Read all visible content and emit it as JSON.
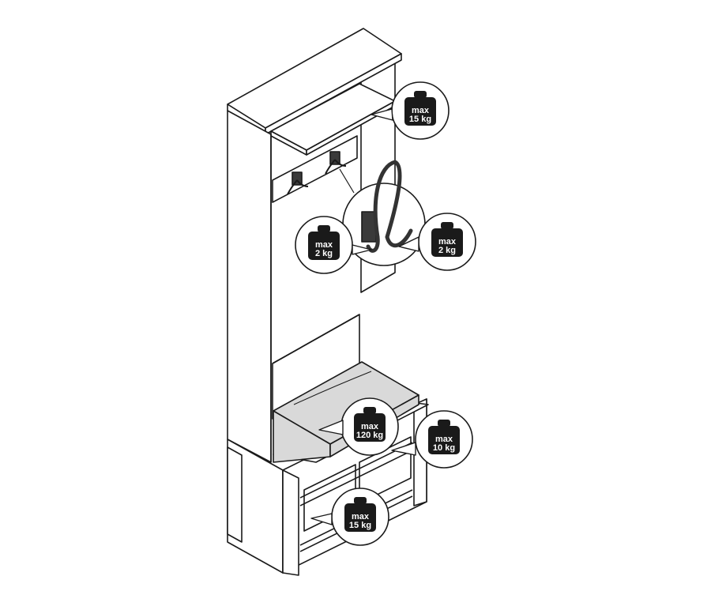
{
  "callouts": [
    {
      "id": "top-shelf",
      "line1": "max",
      "line2": "15 kg"
    },
    {
      "id": "hook-left",
      "line1": "max",
      "line2": "2 kg"
    },
    {
      "id": "hook-right",
      "line1": "max",
      "line2": "2 kg"
    },
    {
      "id": "seat",
      "line1": "max",
      "line2": "120 kg"
    },
    {
      "id": "bench-drawer",
      "line1": "max",
      "line2": "10 kg"
    },
    {
      "id": "lower-shelf",
      "line1": "max",
      "line2": "15 kg"
    }
  ],
  "icons": {
    "weight": "weight-icon",
    "hook": "coat-hook-icon"
  },
  "colors": {
    "line": "#1a1a1a",
    "seat": "#d9d9d9",
    "hook": "#3a3a3a",
    "weight": "#1a1a1a"
  }
}
